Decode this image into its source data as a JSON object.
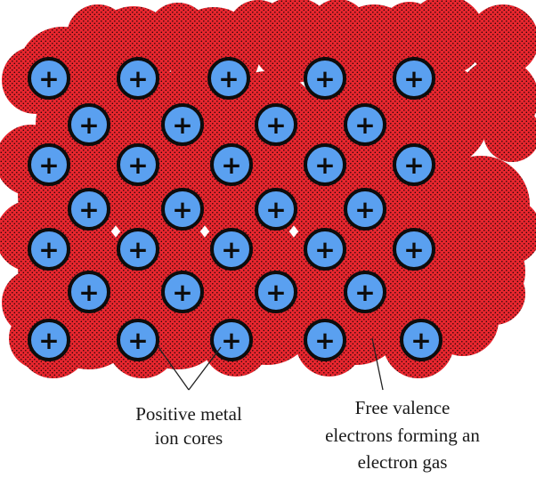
{
  "diagram": {
    "ions": {
      "symbol": "+",
      "rows": [
        5,
        4,
        5,
        4,
        5,
        4,
        5
      ]
    },
    "labels": {
      "ion_cores": {
        "line1": "Positive metal",
        "line2": "ion cores"
      },
      "electron_gas": {
        "line1": "Free valence",
        "line2": "electrons forming an",
        "line3": "electron gas"
      }
    },
    "colors": {
      "electron_gas_fill": "#e8262e",
      "electron_dots": "#1a0505",
      "ion_fill": "#5aa0f0",
      "ion_outline": "#0d0d0d",
      "plus_sign": "#0d0d0d"
    }
  }
}
